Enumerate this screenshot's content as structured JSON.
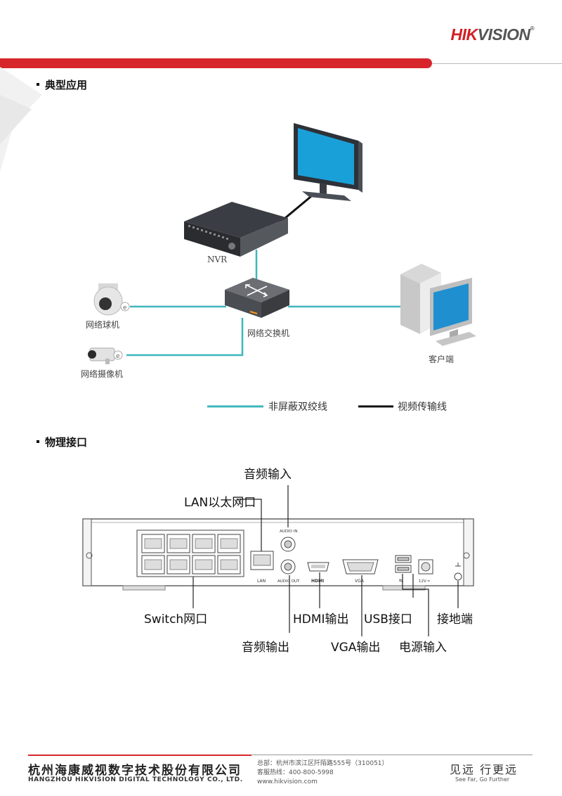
{
  "header": {
    "logo_hik": "HIK",
    "logo_vision": "VISION",
    "logo_reg": "®"
  },
  "section1": {
    "title": "典型应用"
  },
  "diagram": {
    "nvr_label": "NVR",
    "dome_label": "网络球机",
    "camera_label": "网络摄像机",
    "switch_label": "网络交换机",
    "client_label": "客户端",
    "legend_utp": "非屏蔽双绞线",
    "legend_video": "视频传输线",
    "colors": {
      "utp": "#3fb6bd",
      "video": "#111111"
    }
  },
  "section2": {
    "title": "物理接口"
  },
  "panel": {
    "audio_in_callout": "音频输入",
    "lan_callout": "LAN以太网口",
    "switch_callout": "Switch网口",
    "hdmi_callout": "HDMI输出",
    "usb_callout": "USB接口",
    "ground_callout": "接地端",
    "audio_out_callout": "音频输出",
    "vga_callout": "VGA输出",
    "power_callout": "电源输入",
    "silk_audio_in": "AUDIO IN",
    "silk_audio_out": "AUDIO OUT",
    "silk_lan": "LAN",
    "silk_hdmi": "HDMI",
    "silk_vga": "VGA",
    "silk_12v": "12V ═",
    "silk_usb": "⇆"
  },
  "footer": {
    "company_cn": "杭州海康威视数字技术股份有限公司",
    "company_en": "HANGZHOU HIKVISION DIGITAL TECHNOLOGY CO., LTD.",
    "address": "总部：杭州市滨江区阡陌路555号（310051）",
    "hotline": "客服热线：400-800-5998",
    "website": "www.hikvision.com",
    "slogan_cn": "见远 行更远",
    "slogan_en": "See Far, Go Further"
  }
}
